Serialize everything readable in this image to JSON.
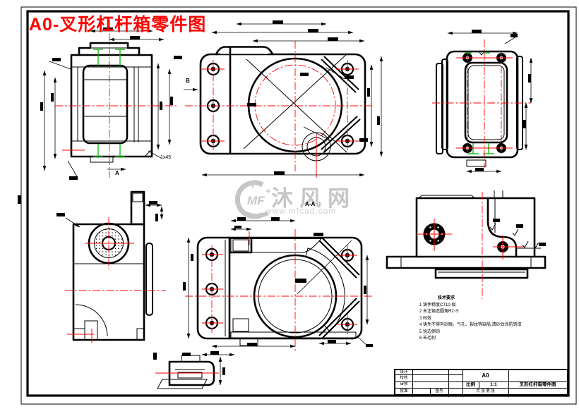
{
  "title": {
    "text": "A0-叉形杠杆箱零件图",
    "color": "#ff0000"
  },
  "watermark": {
    "logo": "MF",
    "brand": "沐风网",
    "url": "www.mfcad.com",
    "color": "#c6c6c6"
  },
  "labels": {
    "section_arrow_a": "A",
    "view_arrow_b": "B",
    "section_view_aa": "A-A",
    "chamfer_note": "1x45"
  },
  "tech_notes": {
    "title": "技术要求",
    "items": [
      "1 铸件精度CT10-级",
      "2 未注铸造圆角R2~5",
      "3 时效",
      "4 铸件不得有砂眼、气孔、裂纹等缺陷,清砂后涂防锈漆",
      "5 锐边倒钝",
      "6 去毛刺"
    ]
  },
  "title_block": {
    "rows": [
      "设计",
      "校核",
      "审核",
      "批准"
    ],
    "drawing_no_label": "图号",
    "format": "A0",
    "scale_label": "比例",
    "scale_value": "1:1",
    "sheet_info": "共 张 第 张",
    "part_name": "叉形杠杆箱零件图"
  },
  "colors": {
    "line": "#000000",
    "centerline": "#ff0000",
    "feature_mark": "#00b800",
    "watermark": "#c6c6c6",
    "title": "#ff0000"
  }
}
